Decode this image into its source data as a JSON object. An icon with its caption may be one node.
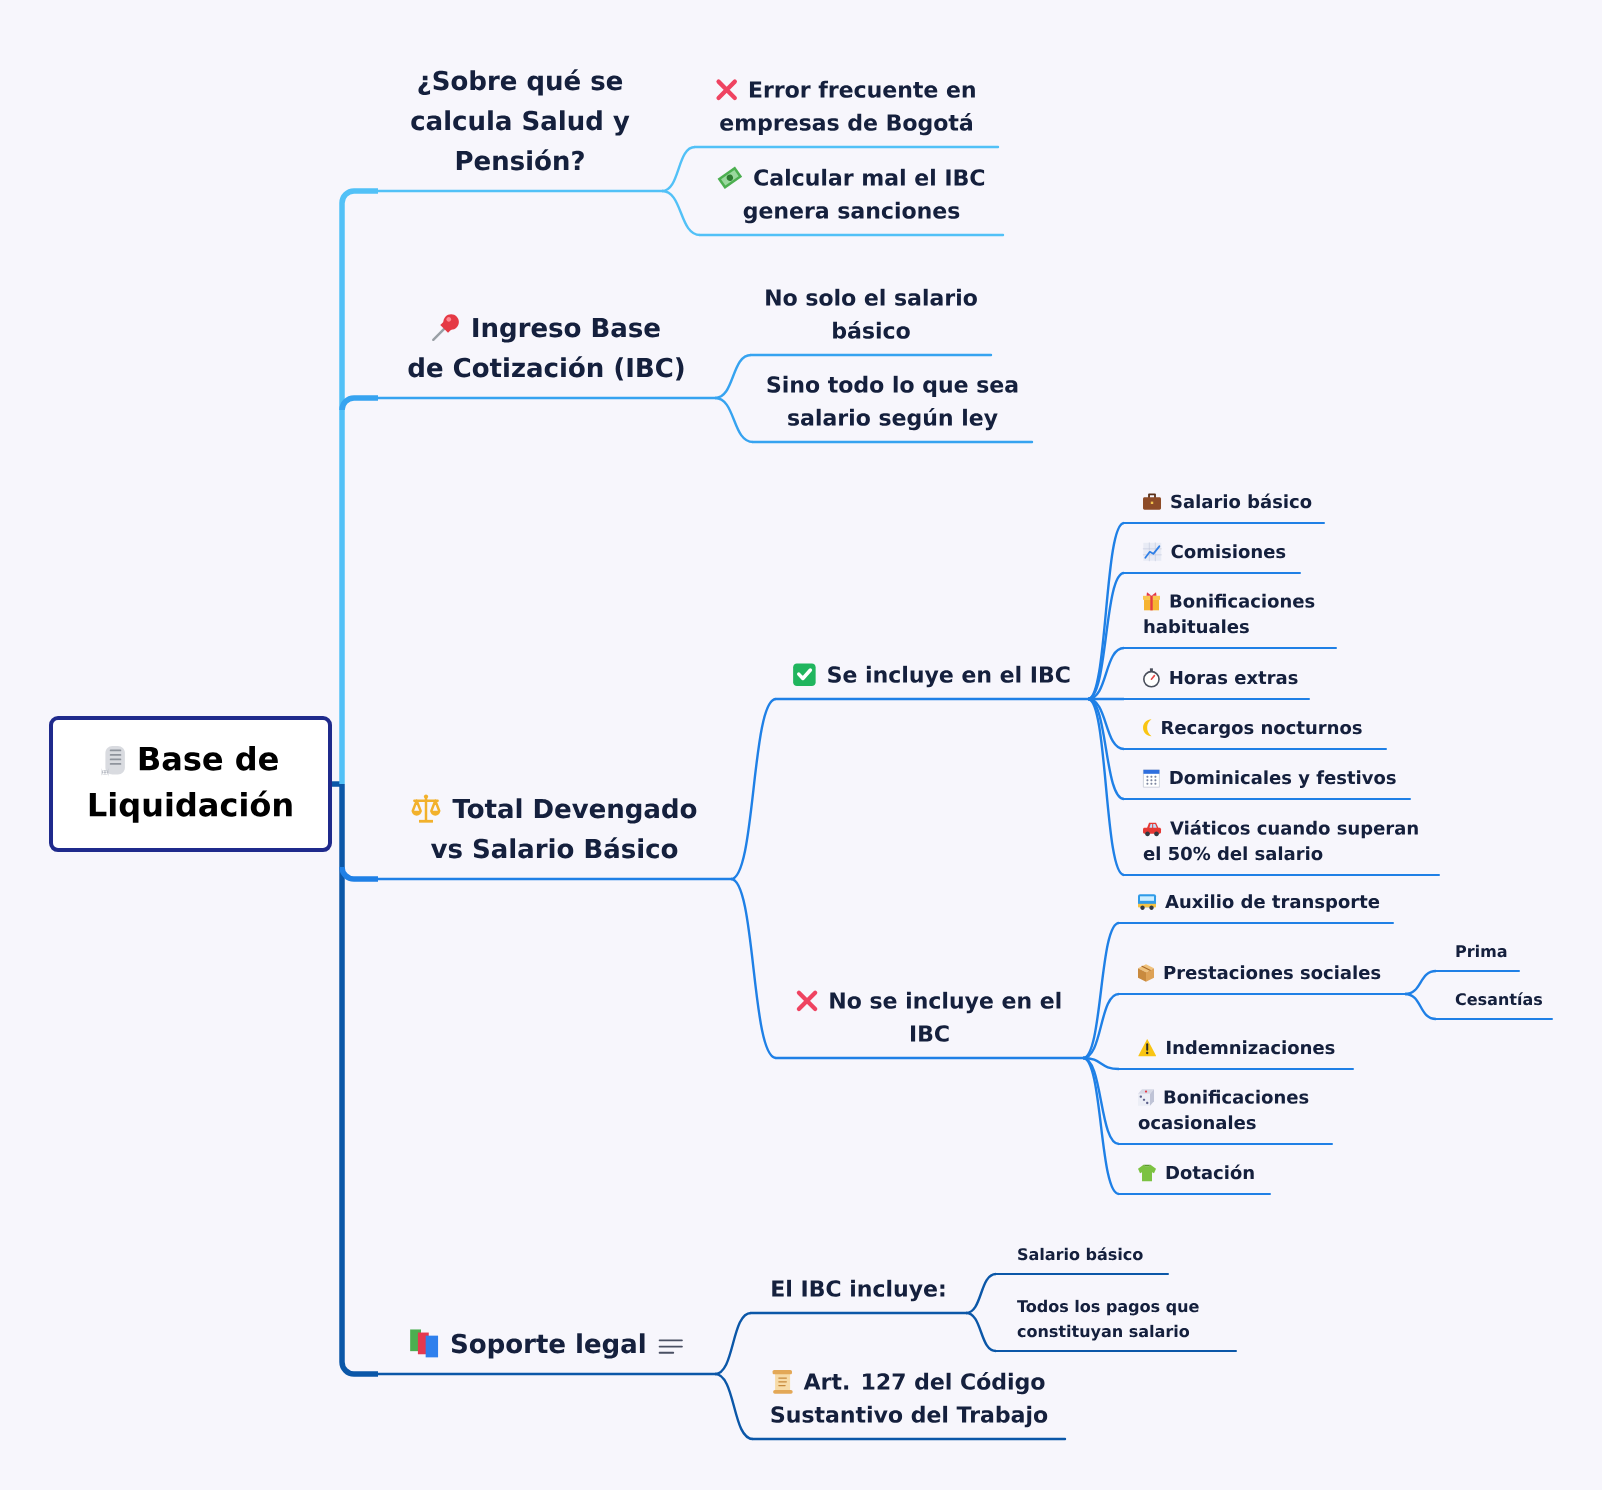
{
  "diagram": {
    "nodes": [
      {
        "text": [
          "Base de Liquidación"
        ]
      },
      {
        "text": [
          "¿Sobre qué se calcula Salud y Pensión?"
        ]
      },
      {
        "text": [
          "Error frecuente en empresas de Bogotá"
        ]
      },
      {
        "text": [
          "Calcular mal el IBC genera sanciones"
        ]
      },
      {
        "text": [
          "Ingreso Base de Cotización (IBC)"
        ]
      },
      {
        "text": [
          "No solo el salario básico"
        ]
      },
      {
        "text": [
          "Sino todo lo que sea salario según ley"
        ]
      },
      {
        "text": [
          "Total Devengado vs Salario Básico"
        ]
      },
      {
        "text": [
          "Se incluye en el IBC"
        ]
      },
      {
        "text": [
          "Salario básico"
        ]
      },
      {
        "text": [
          "Comisiones"
        ]
      },
      {
        "text": [
          "Bonificaciones habituales"
        ]
      },
      {
        "text": [
          "Horas extras"
        ]
      },
      {
        "text": [
          "Recargos nocturnos"
        ]
      },
      {
        "text": [
          "Dominicales y festivos"
        ]
      },
      {
        "text": [
          "Viáticos cuando superan el 50% del salario"
        ]
      },
      {
        "text": [
          "No se incluye en el IBC"
        ]
      },
      {
        "text": [
          "Auxilio de transporte"
        ]
      },
      {
        "text": [
          "Prestaciones sociales"
        ]
      },
      {
        "text": [
          "Prima"
        ]
      },
      {
        "text": [
          "Cesantías"
        ]
      },
      {
        "text": [
          "Indemnizaciones"
        ]
      },
      {
        "text": [
          "Bonificaciones ocasionales"
        ]
      },
      {
        "text": [
          "Dotación"
        ]
      },
      {
        "text": [
          "Soporte legal"
        ]
      },
      {
        "text": [
          "El IBC incluye:"
        ]
      },
      {
        "text": [
          "Salario básico"
        ]
      },
      {
        "text": [
          "Todos los pagos que constituyan salario"
        ]
      },
      {
        "text": [
          "Art. 127 del Código Sustantivo del Trabajo"
        ]
      }
    ],
    "edges": [
      {
        "from": 0,
        "to": 1,
        "arrow": "none",
        "style": "thick",
        "color": "#52c1f7"
      },
      {
        "from": 1,
        "to": 2,
        "arrow": "none",
        "color": "#52c1f7"
      },
      {
        "from": 1,
        "to": 3,
        "arrow": "none",
        "color": "#52c1f7"
      },
      {
        "from": 0,
        "to": 4,
        "arrow": "none",
        "style": "thick",
        "color": "#36a3f0"
      },
      {
        "from": 4,
        "to": 5,
        "arrow": "none",
        "color": "#36a3f0"
      },
      {
        "from": 4,
        "to": 6,
        "arrow": "none",
        "color": "#36a3f0"
      },
      {
        "from": 0,
        "to": 7,
        "arrow": "none",
        "style": "thick"
      },
      {
        "from": 7,
        "to": 8,
        "arrow": "none"
      },
      {
        "from": 8,
        "to": 9,
        "arrow": "none"
      },
      {
        "from": 8,
        "to": 10,
        "arrow": "none"
      },
      {
        "from": 8,
        "to": 11,
        "arrow": "none"
      },
      {
        "from": 8,
        "to": 12,
        "arrow": "none"
      },
      {
        "from": 8,
        "to": 13,
        "arrow": "none"
      },
      {
        "from": 8,
        "to": 14,
        "arrow": "none"
      },
      {
        "from": 8,
        "to": 15,
        "arrow": "none"
      },
      {
        "from": 7,
        "to": 16,
        "arrow": "none"
      },
      {
        "from": 16,
        "to": 17,
        "arrow": "none"
      },
      {
        "from": 16,
        "to": 18,
        "arrow": "none"
      },
      {
        "from": 18,
        "to": 19,
        "arrow": "none"
      },
      {
        "from": 18,
        "to": 20,
        "arrow": "none"
      },
      {
        "from": 16,
        "to": 21,
        "arrow": "none"
      },
      {
        "from": 16,
        "to": 22,
        "arrow": "none"
      },
      {
        "from": 16,
        "to": 23,
        "arrow": "none"
      },
      {
        "from": 0,
        "to": 24,
        "arrow": "none",
        "style": "thick",
        "color": "#0b57a8"
      },
      {
        "from": 24,
        "to": 25,
        "arrow": "none",
        "color": "#0b57a8"
      },
      {
        "from": 25,
        "to": 26,
        "arrow": "none",
        "color": "#0b57a8"
      },
      {
        "from": 25,
        "to": 27,
        "arrow": "none",
        "color": "#0b57a8"
      },
      {
        "from": 24,
        "to": 28,
        "arrow": "none",
        "color": "#0b57a8"
      }
    ]
  }
}
